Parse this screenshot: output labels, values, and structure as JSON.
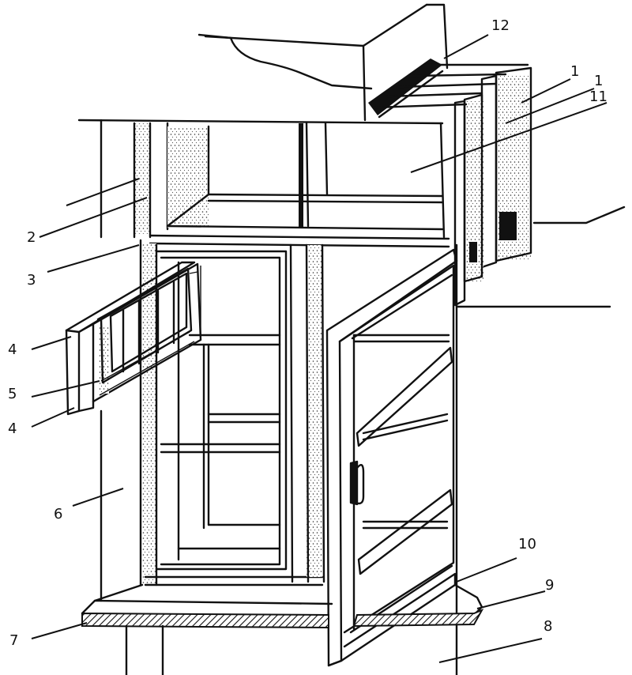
{
  "labels": [
    {
      "text": "12"
    },
    {
      "text": "1"
    },
    {
      "text": "1"
    },
    {
      "text": "11"
    },
    {
      "text": "2"
    },
    {
      "text": "3"
    },
    {
      "text": "4"
    },
    {
      "text": "5"
    },
    {
      "text": "4"
    },
    {
      "text": "6"
    },
    {
      "text": "7"
    },
    {
      "text": "10"
    },
    {
      "text": "9"
    },
    {
      "text": "8"
    }
  ]
}
